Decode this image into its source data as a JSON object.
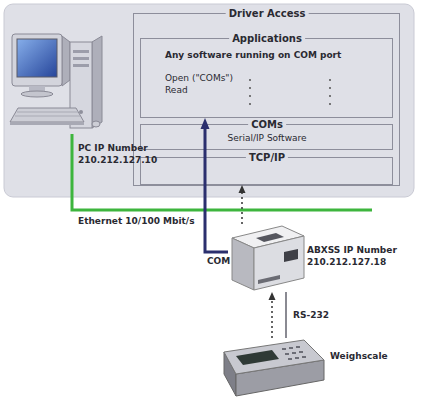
{
  "diagram": {
    "nodes": [
      {
        "text": [
          "Driver Access"
        ]
      },
      {
        "text": [
          "Applications",
          "Any software running on COM port",
          "Open (\"COMs\")",
          "Read"
        ],
        "in": 0
      },
      {
        "text": [
          "COMs",
          "Serial/IP Software"
        ],
        "in": 0
      },
      {
        "text": [
          "TCP/IP"
        ],
        "in": 0
      },
      {
        "text": [
          "PC IP Number",
          "210.212.127.10"
        ]
      },
      {
        "text": [
          "ABXSS IP Number",
          "210.212.127.18"
        ]
      },
      {
        "text": [
          "Weighscale"
        ]
      }
    ],
    "edges": [
      {
        "from": 5,
        "to": 1,
        "arrow": "to",
        "label": "COM"
      },
      {
        "from": 5,
        "to": 3,
        "arrow": "to"
      },
      {
        "from": 5,
        "to": 6,
        "arrow": "none",
        "label": "RS-232"
      },
      {
        "from": 6,
        "to": 5,
        "arrow": "to"
      }
    ],
    "labels": [
      "Ethernet 10/100 Mbit/s"
    ]
  }
}
